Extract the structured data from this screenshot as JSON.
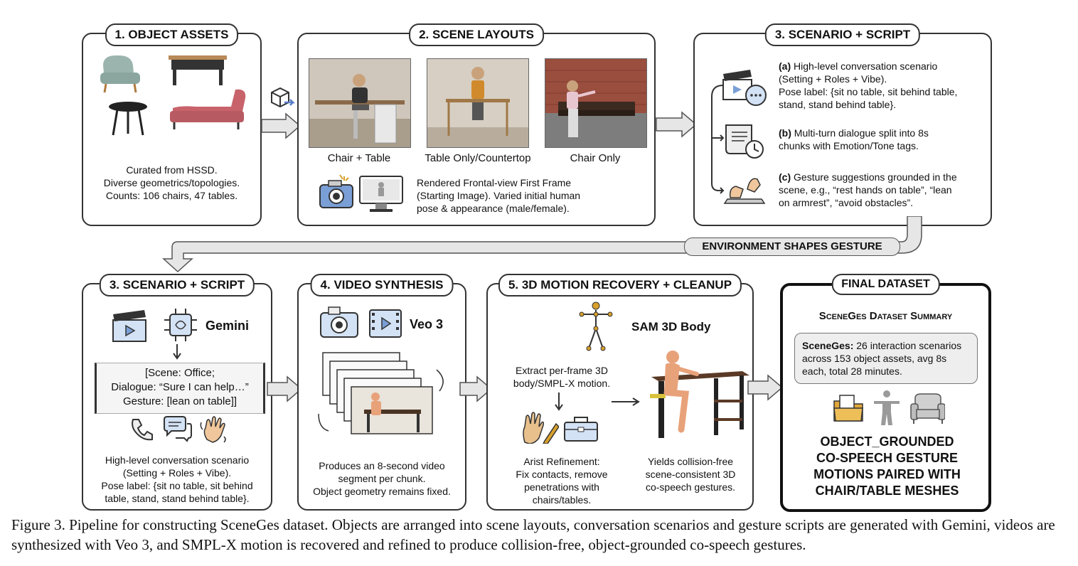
{
  "panels": {
    "p1": {
      "title": "1. OBJECT ASSETS",
      "desc": "Curated from HSSD.\nDiverse geometrics/topologies.\nCounts: 106 chairs, 47 tables."
    },
    "p2": {
      "title": "2. SCENE LAYOUTS",
      "img1_cap": "Chair + Table",
      "img2_cap": "Table Only/Countertop",
      "img3_cap": "Chair Only",
      "desc": "Rendered Frontal-view First Frame\n(Starting Image). Varied initial human\npose & appearance (male/female)."
    },
    "p3": {
      "title": "3. SCENARIO + SCRIPT",
      "a_tag": "(a)",
      "a_text": " High-level conversation scenario\n(Setting + Roles + Vibe).\nPose label: {sit no table, sit behind table,\nstand, stand behind table}.",
      "b_tag": "(b)",
      "b_text": " Multi-turn dialogue split into 8s\nchunks with Emotion/Tone tags.",
      "c_tag": "(c)",
      "c_text": " Gesture suggestions grounded in the\nscene, e.g., “rest hands on table”, “lean\non armrest”, “avoid obstacles”."
    },
    "env_label": "ENVIRONMENT SHAPES GESTURE",
    "p4": {
      "title": "3. SCENARIO + SCRIPT",
      "gemini": "Gemini",
      "script": "[Scene: Office;\nDialogue: “Sure I can help…”\nGesture: [lean on table]]",
      "desc": "High-level conversation scenario\n(Setting + Roles + Vibe).\nPose label: {sit no table, sit behind\ntable, stand, stand behind table}."
    },
    "p5": {
      "title": "4. VIDEO SYNTHESIS",
      "veo": "Veo 3",
      "desc": "Produces an 8-second video\nsegment per chunk.\nObject geometry remains fixed."
    },
    "p6": {
      "title": "5. 3D MOTION RECOVERY + CLEANUP",
      "sam": "SAM 3D Body",
      "extract": "Extract per-frame 3D\nbody/SMPL-X motion.",
      "refine": "Arist Refinement:\nFix contacts, remove\npenetrations with\nchairs/tables.",
      "yields": "Yields collision-free\nscene-consistent 3D\nco-speech gestures."
    },
    "p7": {
      "title": "FINAL DATASET",
      "summary_title": "SceneGes Dataset Summary",
      "summary_bold": "SceneGes:",
      "summary_text": " 26 interaction scenarios\nacross 153 object assets,  avg 8s\neach, total 28 minutes.",
      "big": "OBJECT_GROUNDED\nCO-SPEECH GESTURE\nMOTIONS PAIRED WITH\nCHAIR/TABLE MESHES"
    }
  },
  "caption": {
    "prefix": "Figure 3.",
    "text": " Pipeline for constructing SceneGes dataset. Objects are arranged into scene layouts, conversation scenarios and gesture scripts are generated with Gemini, videos are synthesized with Veo 3, and SMPL-X motion is recovered and refined to produce collision-free, object-grounded co-speech gestures."
  },
  "icons": [
    "chair-icon",
    "table-icon",
    "cube-arrow-icon",
    "camera-icon",
    "monitor-icon",
    "clapperboard-icon",
    "scroll-clock-icon",
    "hands-icon",
    "chip-icon",
    "phone-icon",
    "speech-bubbles-icon",
    "waving-hand-icon",
    "skeleton-icon",
    "hand-pencil-icon",
    "toolbox-icon",
    "folder-icon",
    "human-icon",
    "armchair-icon"
  ],
  "colors": {
    "border": "#333333",
    "arrow_fill": "#e6e6e6",
    "summary_bg": "#eeeeee",
    "icon_blue": "#7a9fd6"
  }
}
